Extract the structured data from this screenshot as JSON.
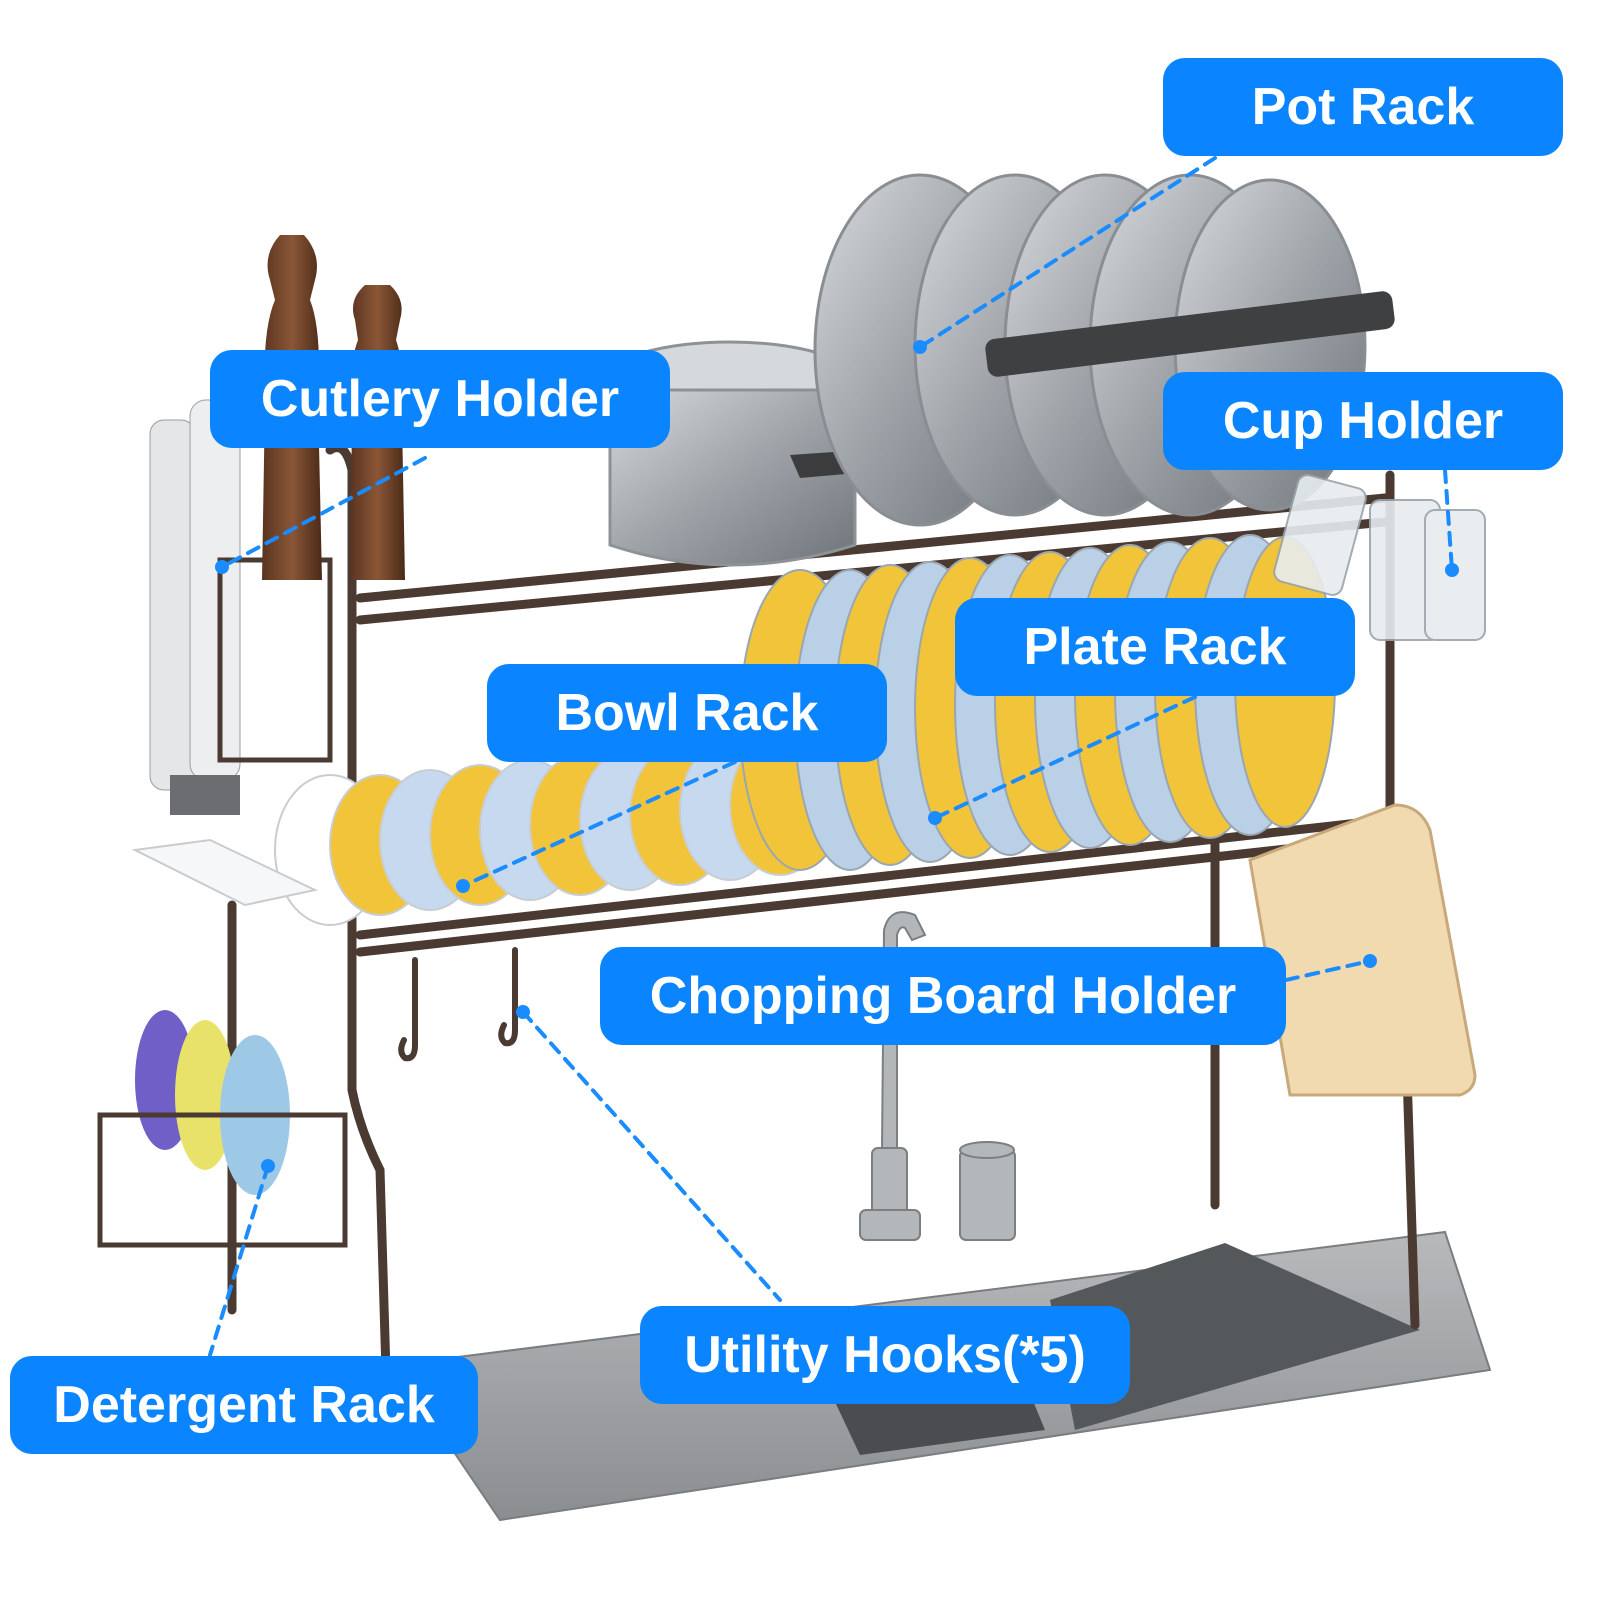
{
  "labels": {
    "pot_rack": "Pot Rack",
    "cutlery_holder": "Cutlery Holder",
    "cup_holder": "Cup Holder",
    "plate_rack": "Plate Rack",
    "bowl_rack": "Bowl Rack",
    "chopping_board_holder": "Chopping Board Holder",
    "utility_hooks": "Utility Hooks(*5)",
    "detergent_rack": "Detergent Rack"
  },
  "colors": {
    "label_bg": "#0a84ff",
    "label_text": "#ffffff",
    "leader_line": "#1a8cff",
    "frame": "#4a3a32",
    "plate_yellow": "#f2c43a",
    "plate_blue": "#b9d0e6",
    "steel": "#a9adb2"
  }
}
